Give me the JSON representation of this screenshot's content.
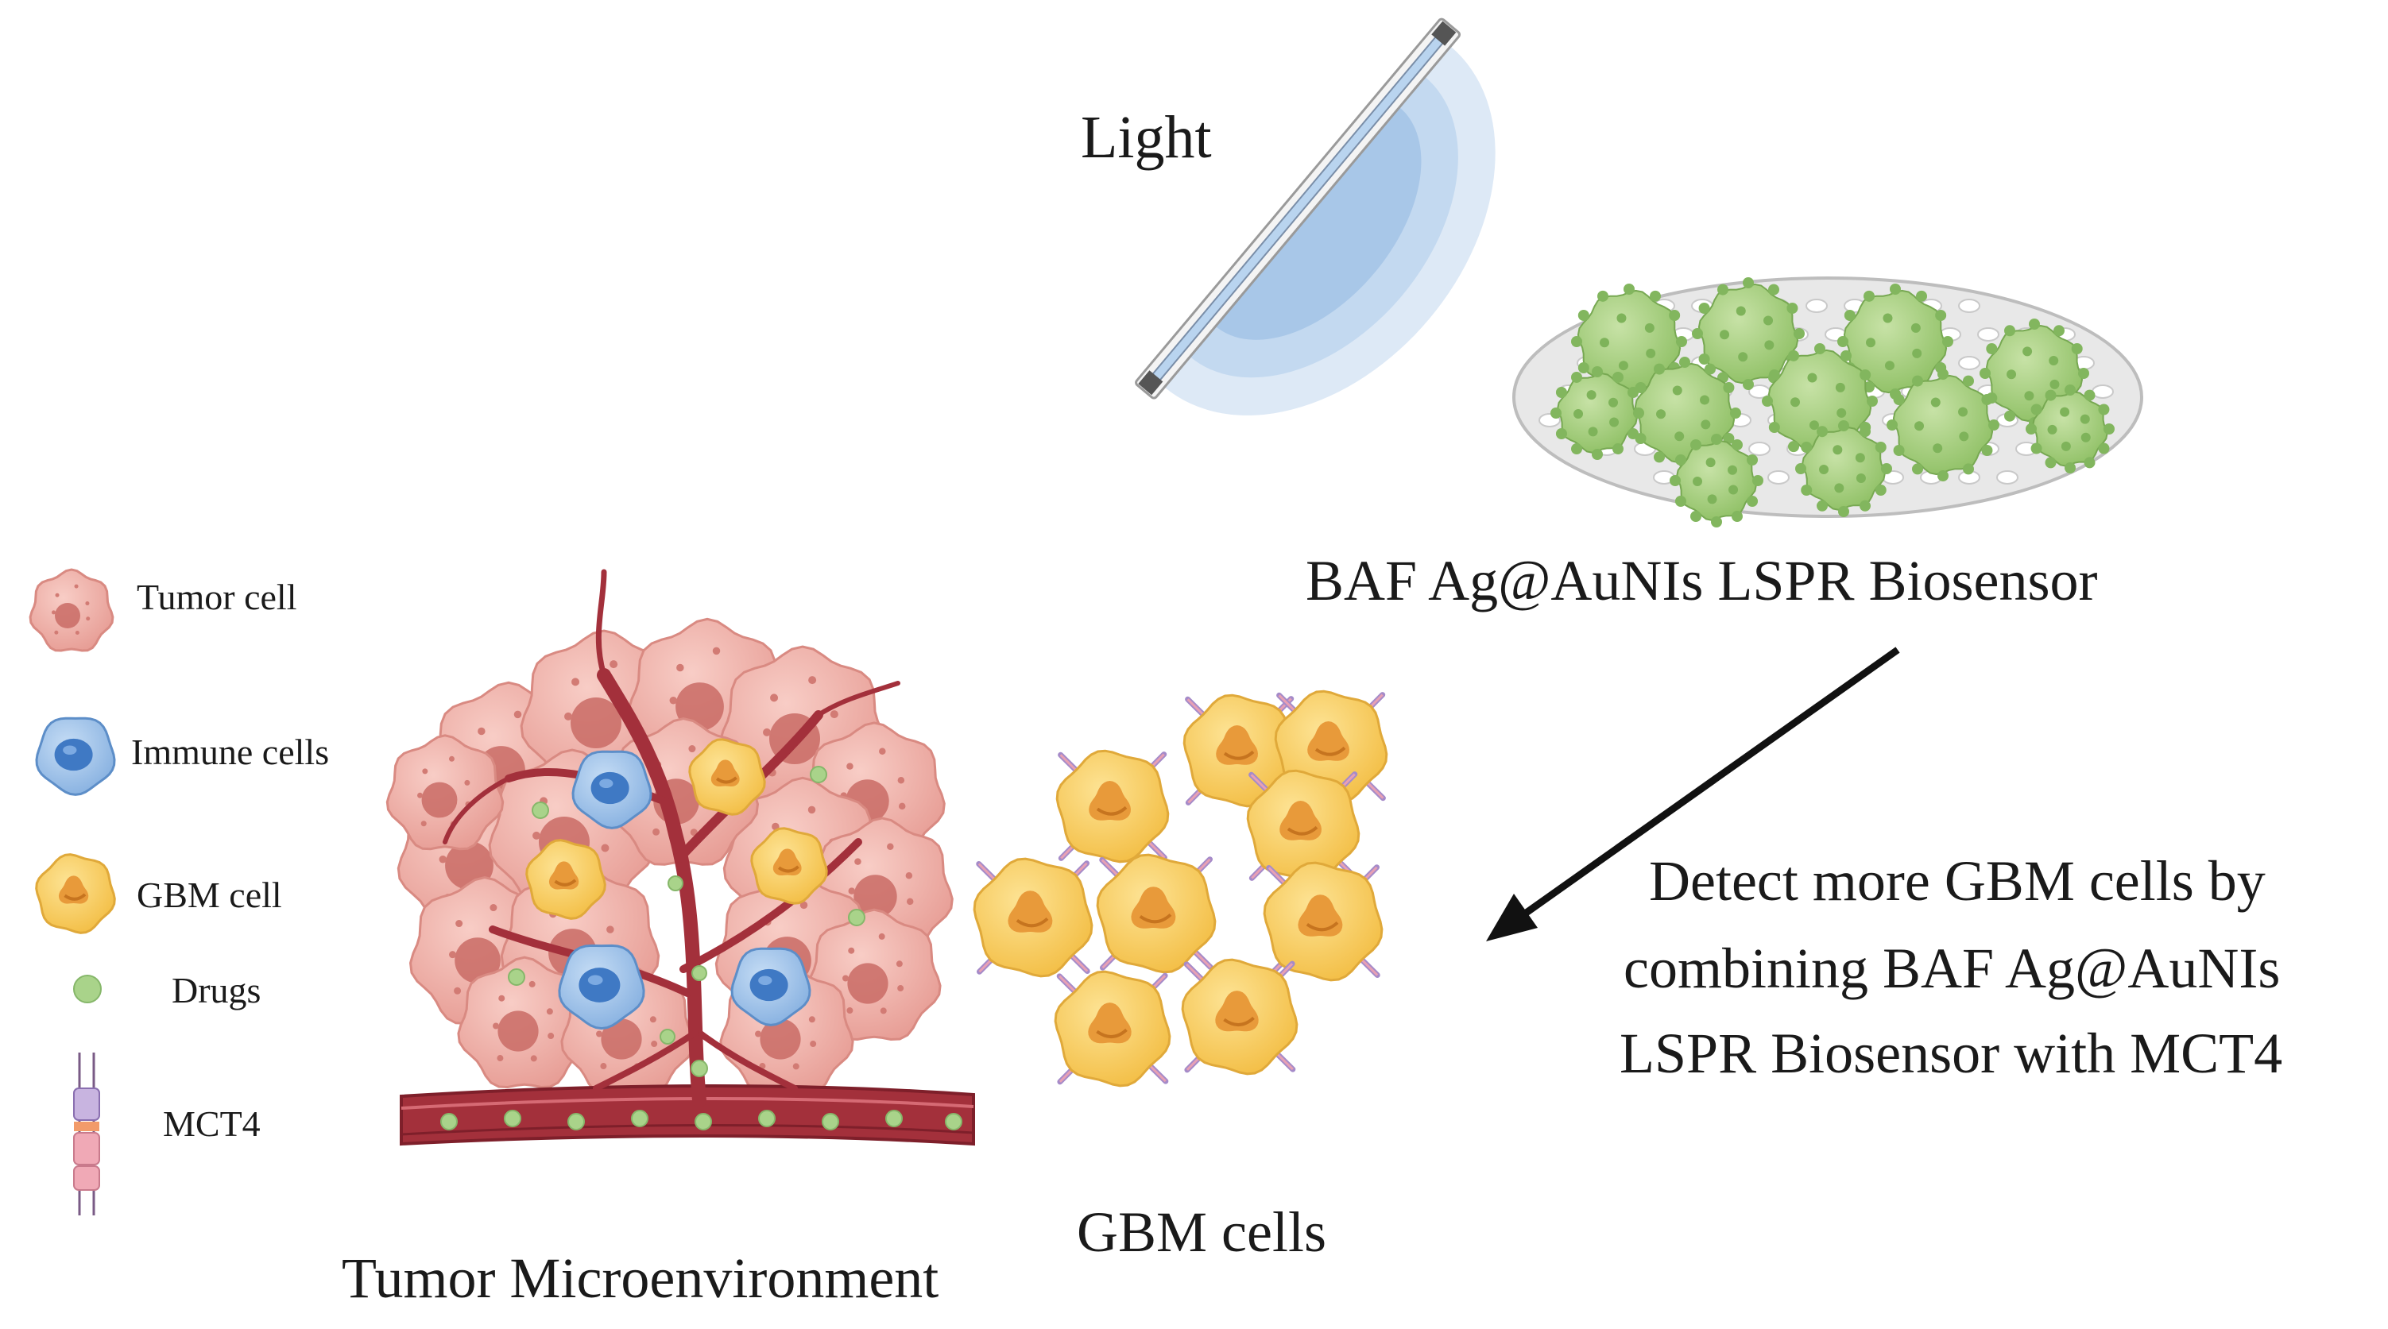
{
  "labels": {
    "light": "Light",
    "biosensor": "BAF Ag@AuNIs LSPR Biosensor",
    "detect_line1": "Detect more GBM cells by",
    "detect_line2": "combining BAF Ag@AuNIs",
    "detect_line3": "LSPR Biosensor with MCT4",
    "gbm_cells": "GBM cells",
    "tumor_microenvironment": "Tumor Microenvironment"
  },
  "legend": {
    "tumor_cell": "Tumor cell",
    "immune_cells": "Immune cells",
    "gbm_cell": "GBM cell",
    "drugs": "Drugs",
    "mct4": "MCT4"
  },
  "colors": {
    "tumor_fill": "#f2b3ab",
    "tumor_dark": "#c96b65",
    "immune_fill": "#8fb8e6",
    "immune_core": "#3f79c4",
    "gbm_fill": "#f9cf63",
    "gbm_core": "#e89a3a",
    "drug": "#a9d38a",
    "vessel": "#a3303b",
    "biosensor_green": "#94c46d",
    "biosensor_dish": "#e6e6e6",
    "light_glow": "#c8dcf1",
    "arrow": "#111111"
  },
  "icons": [
    "light-lamp-icon",
    "biosensor-dish-icon",
    "tumor-cell-icon",
    "immune-cell-icon",
    "gbm-cell-icon",
    "drug-icon",
    "mct4-icon",
    "blood-vessel-icon",
    "arrow-icon"
  ]
}
